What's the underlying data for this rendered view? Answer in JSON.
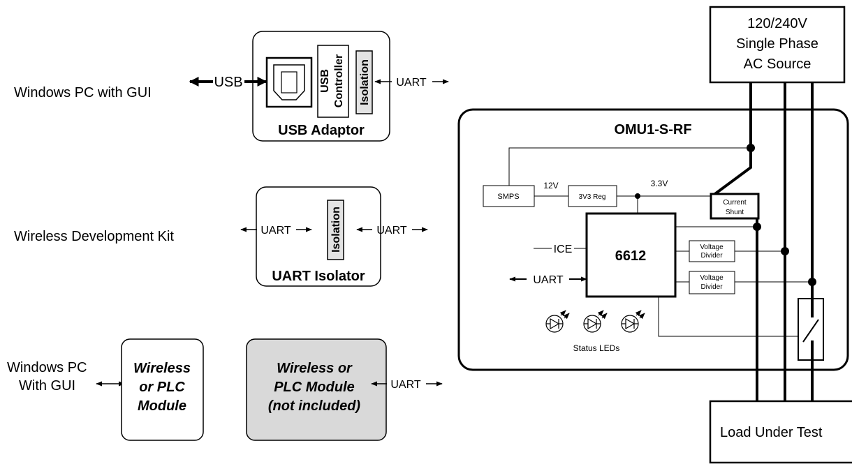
{
  "left_labels": {
    "pc_gui": "Windows PC with GUI",
    "wireless_dev_kit": "Wireless Development Kit",
    "pc_gui_line1": "Windows PC",
    "pc_gui_line2": "With GUI"
  },
  "usb_adaptor": {
    "title": "USB Adaptor",
    "usb_label": "USB",
    "controller_line1": "USB",
    "controller_line2": "Controller",
    "isolation": "Isolation",
    "uart": "UART"
  },
  "uart_isolator": {
    "title": "UART Isolator",
    "isolation": "Isolation",
    "uart_left": "UART",
    "uart_right": "UART"
  },
  "wireless_module": {
    "line1": "Wireless",
    "line2": "or PLC",
    "line3": "Module"
  },
  "wireless_module_not_included": {
    "line1": "Wireless or",
    "line2": "PLC Module",
    "line3": "(not included)",
    "uart": "UART"
  },
  "ac_source": {
    "line1": "120/240V",
    "line2": "Single Phase",
    "line3": "AC Source"
  },
  "omu": {
    "title": "OMU1-S-RF",
    "smps": "SMPS",
    "v12": "12V",
    "reg": "3V3 Reg",
    "v33": "3.3V",
    "shunt_line1": "Current",
    "shunt_line2": "Shunt",
    "ice": "ICE",
    "chip": "6612",
    "uart": "UART",
    "divider1_line1": "Voltage",
    "divider1_line2": "Divider",
    "divider2_line1": "Voltage",
    "divider2_line2": "Divider",
    "status_leds": "Status LEDs"
  },
  "load": {
    "label": "Load Under Test"
  }
}
